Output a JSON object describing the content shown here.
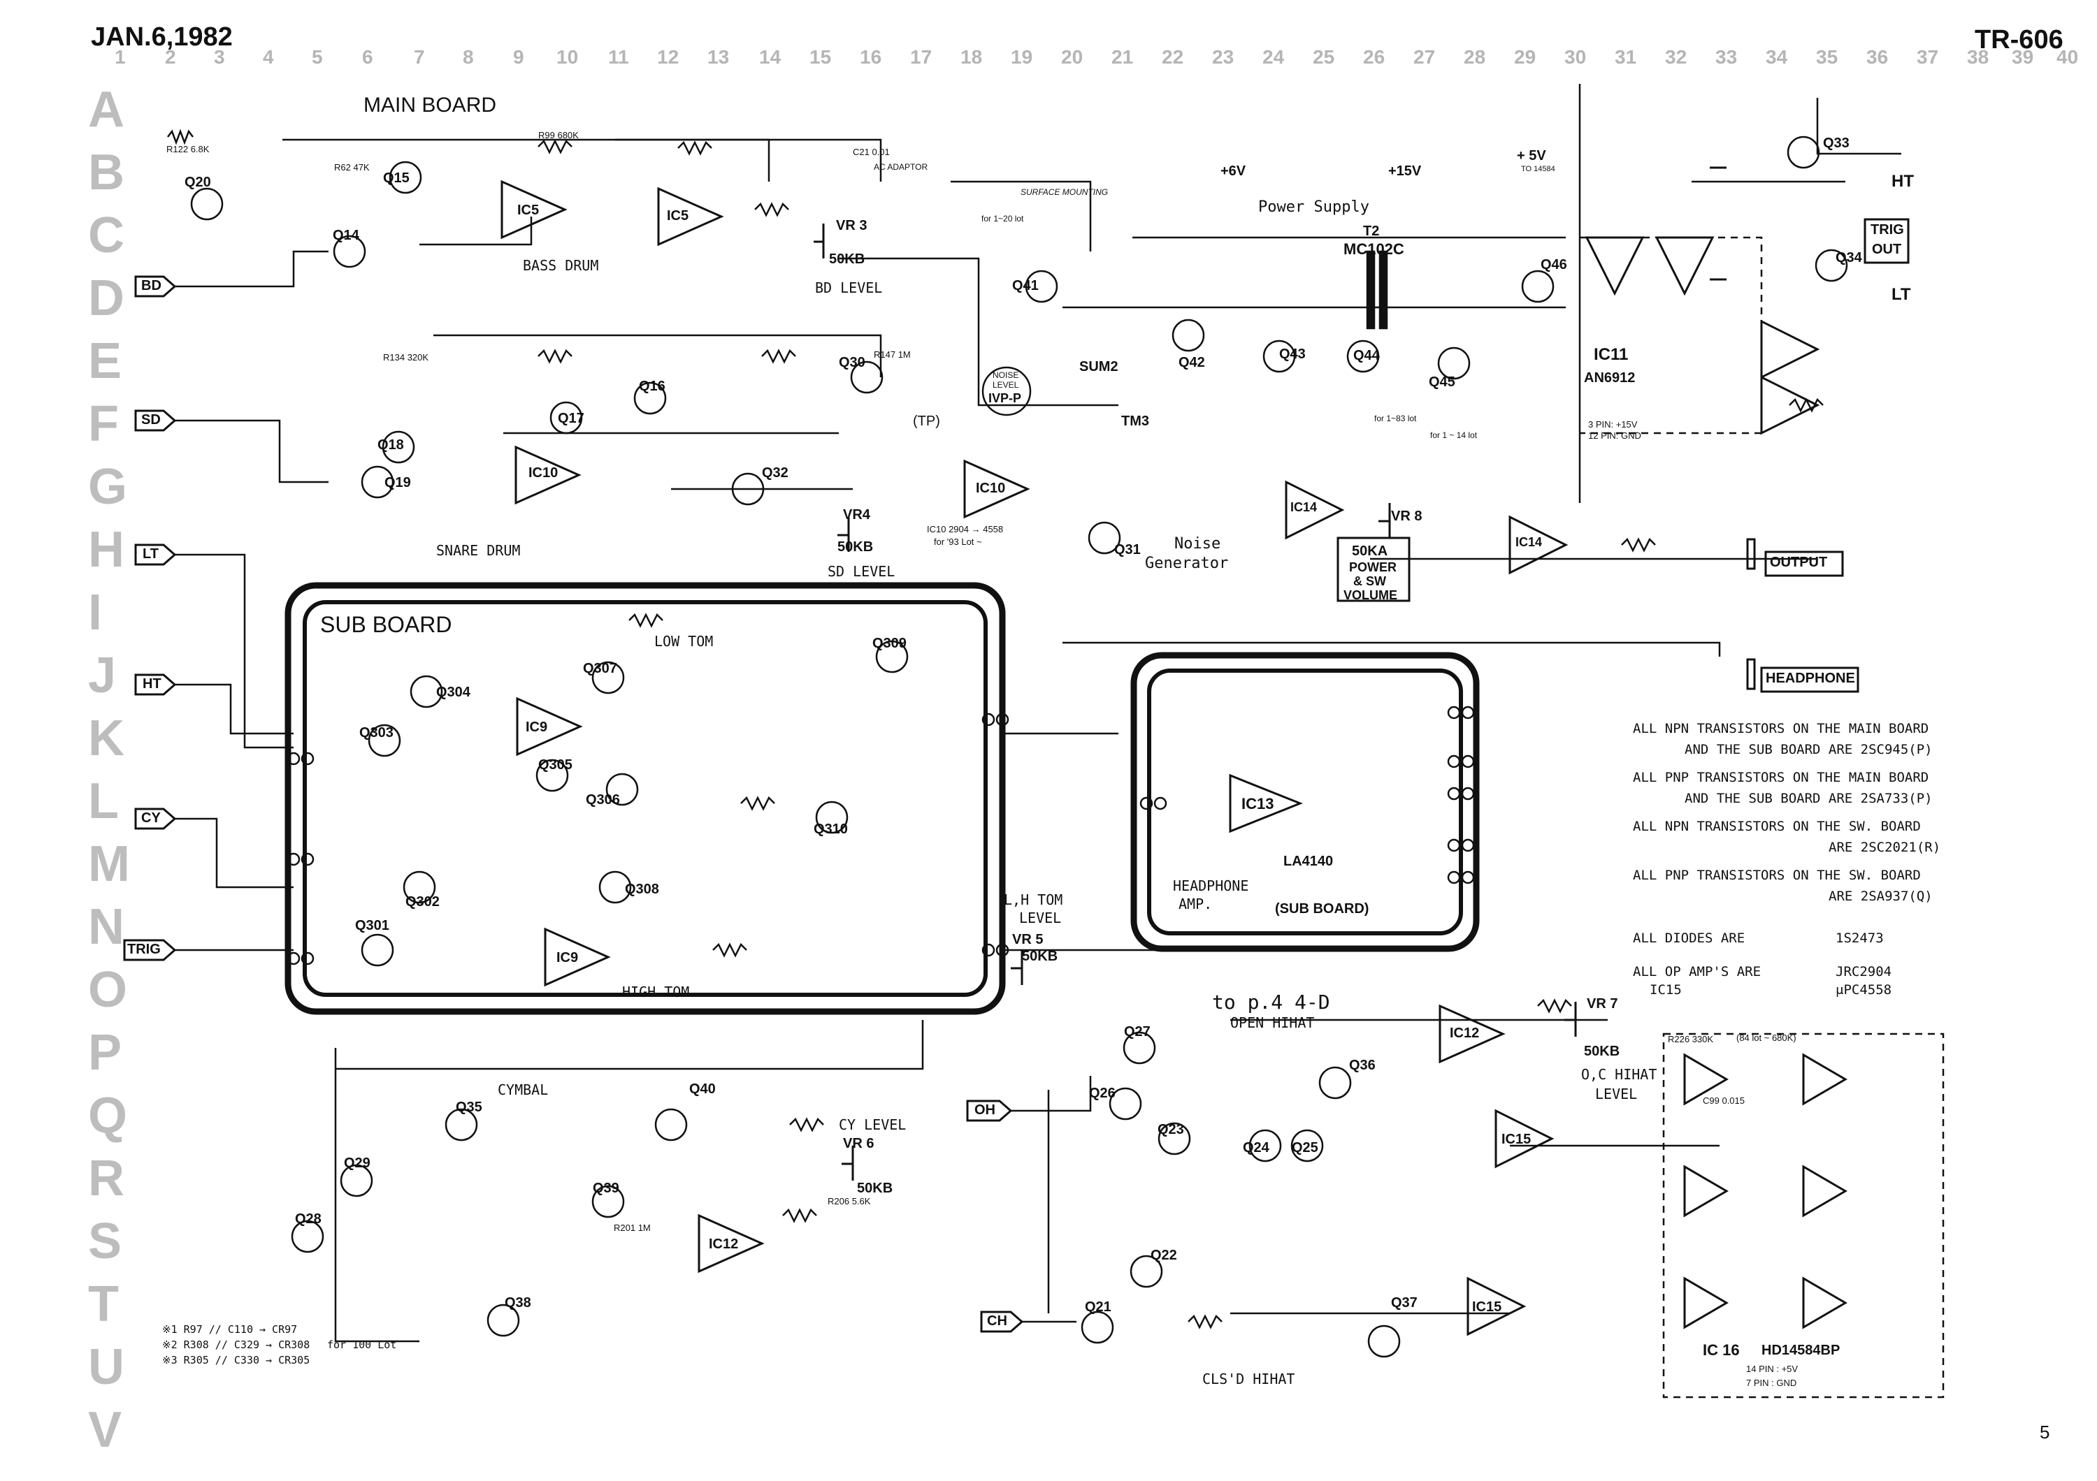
{
  "header": {
    "date": "JAN.6,1982",
    "model": "TR-606",
    "page_number": "5"
  },
  "grid": {
    "columns": [
      "1",
      "2",
      "3",
      "4",
      "5",
      "6",
      "7",
      "8",
      "9",
      "10",
      "11",
      "12",
      "13",
      "14",
      "15",
      "16",
      "17",
      "18",
      "19",
      "20",
      "21",
      "22",
      "23",
      "24",
      "25",
      "26",
      "27",
      "28",
      "29",
      "30",
      "31",
      "32",
      "33",
      "34",
      "35",
      "36",
      "37",
      "38",
      "39",
      "40"
    ],
    "rows": [
      "A",
      "B",
      "C",
      "D",
      "E",
      "F",
      "G",
      "H",
      "I",
      "J",
      "K",
      "L",
      "M",
      "N",
      "O",
      "P",
      "Q",
      "R",
      "S",
      "T",
      "U",
      "V"
    ]
  },
  "titles": {
    "main_board": "MAIN BOARD",
    "sub_board": "SUB BOARD",
    "sub_board_ic13": "(SUB BOARD)",
    "power_supply": "Power Supply",
    "to_page": "to p.4 4-D"
  },
  "inputs": [
    {
      "label": "BD"
    },
    {
      "label": "SD"
    },
    {
      "label": "LT"
    },
    {
      "label": "HT"
    },
    {
      "label": "CY"
    },
    {
      "label": "TRIG"
    },
    {
      "label": "OH"
    },
    {
      "label": "CH"
    }
  ],
  "outputs": {
    "output": "OUTPUT",
    "headphone": "HEADPHONE",
    "ht": "HT",
    "lt": "LT",
    "trig_out_1": "TRIG",
    "trig_out_2": "OUT"
  },
  "sections": {
    "bass_drum": "BASS DRUM",
    "snare_drum": "SNARE DRUM",
    "low_tom": "LOW TOM",
    "high_tom": "HIGH TOM",
    "cymbal": "CYMBAL",
    "open_hihat": "OPEN HIHAT",
    "clsd_hihat": "CLS'D HIHAT",
    "noise_gen_1": "Noise",
    "noise_gen_2": "Generator",
    "headphone_amp_1": "HEADPHONE",
    "headphone_amp_2": "AMP."
  },
  "controls": {
    "vr3": "VR 3",
    "vr3_val": "50KB",
    "bd_level": "BD LEVEL",
    "vr4": "VR4",
    "vr4_val": "50KB",
    "sd_level": "SD LEVEL",
    "vr5": "VR 5",
    "vr5_val": "50KB",
    "lh_tom_level_1": "L,H TOM",
    "lh_tom_level_2": "LEVEL",
    "vr6": "VR 6",
    "vr6_val": "50KB",
    "cy_level": "CY LEVEL",
    "vr7": "VR 7",
    "vr7_val": "50KB",
    "oc_hihat_level_1": "O,C HIHAT",
    "oc_hihat_level_2": "LEVEL",
    "vr8": "VR 8",
    "vr8_val": "50KA",
    "power_sw_1": "POWER",
    "power_sw_2": "& SW",
    "power_sw_3": "VOLUME",
    "noise_level_1": "NOISE",
    "noise_level_2": "LEVEL",
    "noise_level_3": "IVP-P"
  },
  "rails": {
    "plus_6v": "+6V",
    "plus_15v": "+15V",
    "plus_5v": "+ 5V",
    "plus_5v_note": "TO 14584",
    "ac_adaptor": "AC ADAPTOR"
  },
  "ics": [
    {
      "label": "IC5",
      "ref": "bd1"
    },
    {
      "label": "IC5",
      "ref": "bd2"
    },
    {
      "label": "IC10",
      "ref": "sd"
    },
    {
      "label": "IC10",
      "ref": "noise"
    },
    {
      "label": "IC9",
      "ref": "lt"
    },
    {
      "label": "IC9",
      "ref": "ht"
    },
    {
      "label": "IC12",
      "ref": "cy"
    },
    {
      "label": "IC12",
      "ref": "oh"
    },
    {
      "label": "IC13",
      "ref": "hp"
    },
    {
      "label": "LA4140",
      "ref": "hp_part"
    },
    {
      "label": "IC14",
      "ref": "out1"
    },
    {
      "label": "IC14",
      "ref": "out2"
    },
    {
      "label": "IC11",
      "ref": "trig"
    },
    {
      "label": "AN6912",
      "ref": "trig_part"
    },
    {
      "label": "IC15",
      "ref": "hh1"
    },
    {
      "label": "IC15",
      "ref": "hh2"
    },
    {
      "label": "IC 16",
      "ref": "osc"
    },
    {
      "label": "HD14584BP",
      "ref": "osc_part"
    },
    {
      "label": "T2",
      "ref": "t2"
    },
    {
      "label": "MC102C",
      "ref": "t2_part"
    },
    {
      "label": "SUM2",
      "ref": "sum2"
    },
    {
      "label": "TM3",
      "ref": "tm3"
    }
  ],
  "transistors": [
    "Q20",
    "Q15",
    "Q14",
    "Q16",
    "Q17",
    "Q18",
    "Q19",
    "Q30",
    "Q32",
    "Q31",
    "Q41",
    "Q42",
    "Q43",
    "Q44",
    "Q45",
    "Q46",
    "Q33",
    "Q34",
    "Q309",
    "Q307",
    "Q304",
    "Q303",
    "Q305",
    "Q306",
    "Q310",
    "Q308",
    "Q302",
    "Q301",
    "Q35",
    "Q40",
    "Q39",
    "Q38",
    "Q29",
    "Q28",
    "Q27",
    "Q26",
    "Q23",
    "Q24",
    "Q25",
    "Q36",
    "Q22",
    "Q21",
    "Q37"
  ],
  "components": {
    "r122": "R122 6.8K",
    "r62": "R62 47K",
    "r99": "R99 680K",
    "c21": "C21 0.01",
    "r134": "R134 320K",
    "r147": "R147 1M",
    "r201": "R201 1M",
    "r206": "R206 5.6K",
    "c99": "C99 0.015",
    "r226": "R226 330K",
    "ic11_pins_1": "3 PIN: +15V",
    "ic11_pins_2": "12 PIN: GND",
    "ic16_pins_1": "14 PIN : +5V",
    "ic16_pins_2": "7 PIN : GND",
    "ic16_note": "(84 lot ~ 680K)",
    "ic10_note": "IC10 2904 → 4558",
    "ic10_note_2": "for '93 Lot ~",
    "surface_mounting": "SURFACE MOUNTING",
    "for_20lot": "for 1~20 lot",
    "for_83lot": "for 1~83 lot",
    "for_14lot": "for 1 ~ 14 lot",
    "tp": "(TP)"
  },
  "notes_left": [
    "※1  R97 // C110 → CR97",
    "※2  R308 // C329 → CR308",
    "※3  R305 // C330 → CR305"
  ],
  "notes_left_bracket": "for 100 Lot",
  "notes_right": [
    {
      "a": "ALL NPN TRANSISTORS ON THE MAIN BOARD",
      "b": "AND THE SUB BOARD ARE 2SC945(P)"
    },
    {
      "a": "ALL PNP TRANSISTORS ON THE MAIN BOARD",
      "b": "AND THE SUB BOARD ARE 2SA733(P)"
    },
    {
      "a": "ALL NPN TRANSISTORS ON THE SW. BOARD",
      "b": "ARE 2SC2021(R)"
    },
    {
      "a": "ALL PNP TRANSISTORS ON THE SW. BOARD",
      "b": "ARE 2SA937(Q)"
    }
  ],
  "notes_parts": [
    {
      "k": "ALL DIODES ARE",
      "v": "1S2473"
    },
    {
      "k": "ALL OP AMP'S ARE",
      "v": "JRC2904"
    },
    {
      "k": "IC15",
      "v": "μPC4558"
    }
  ]
}
